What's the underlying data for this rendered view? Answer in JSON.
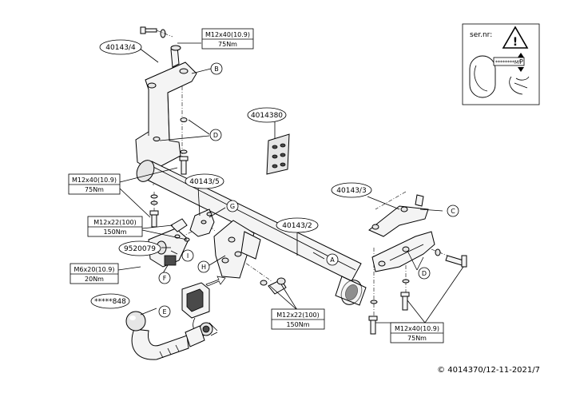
{
  "labels": {
    "bolt_top": {
      "spec": "M12x40(10.9)",
      "torque": "75Nm"
    },
    "bolt_left": {
      "spec": "M12x40(10.9)",
      "torque": "75Nm"
    },
    "bolt_mid": {
      "spec": "M12x22(100)",
      "torque": "150Nm"
    },
    "bolt_small": {
      "spec": "M6x20(10.9)",
      "torque": "20Nm"
    },
    "bolt_center": {
      "spec": "M12x22(100)",
      "torque": "150Nm"
    },
    "bolt_right": {
      "spec": "M12x40(10.9)",
      "torque": "75Nm"
    }
  },
  "parts": {
    "bracket_left": "40143/4",
    "bracket_small": "40143/5",
    "bracket_right": "40143/3",
    "crossbar": "40143/2",
    "kit": "4014380",
    "socket": "9520079",
    "ball": "*****848"
  },
  "markers": {
    "a": "A",
    "b": "B",
    "c": "C",
    "d": "D",
    "e": "E",
    "f": "F",
    "g": "G",
    "h": "H",
    "i": "I"
  },
  "serial": {
    "title": "ser.nr:",
    "plate_text": "********M°",
    "plate_letter": "P"
  },
  "copyright": "© 4014370/12-11-2021/7"
}
